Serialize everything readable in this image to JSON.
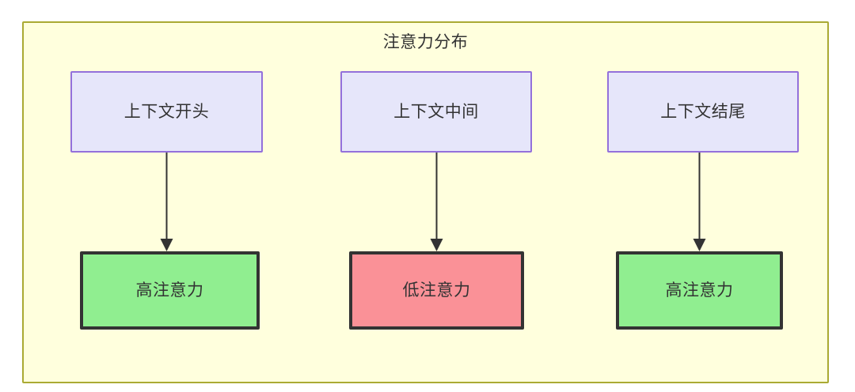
{
  "diagram": {
    "title": "注意力分布",
    "container": {
      "fill": "#ffffdd",
      "stroke": "#aaaa33"
    },
    "context_nodes": [
      {
        "id": "ctx-start",
        "label": "上下文开头",
        "fill": "#e6e6fa",
        "stroke": "#9370db"
      },
      {
        "id": "ctx-middle",
        "label": "上下文中间",
        "fill": "#e6e6fa",
        "stroke": "#9370db"
      },
      {
        "id": "ctx-end",
        "label": "上下文结尾",
        "fill": "#e6e6fa",
        "stroke": "#9370db"
      }
    ],
    "attention_nodes": [
      {
        "id": "attn-start",
        "label": "高注意力",
        "fill": "#90ee90",
        "stroke": "#333333"
      },
      {
        "id": "attn-middle",
        "label": "低注意力",
        "fill": "#fa9197",
        "stroke": "#333333"
      },
      {
        "id": "attn-end",
        "label": "高注意力",
        "fill": "#90ee90",
        "stroke": "#333333"
      }
    ],
    "edges": [
      {
        "from": "ctx-start",
        "to": "attn-start",
        "label": "",
        "arrow": "arrow-down-icon"
      },
      {
        "from": "ctx-middle",
        "to": "attn-middle",
        "label": "",
        "arrow": "arrow-down-icon"
      },
      {
        "from": "ctx-end",
        "to": "attn-end",
        "label": "",
        "arrow": "arrow-down-icon"
      }
    ]
  }
}
